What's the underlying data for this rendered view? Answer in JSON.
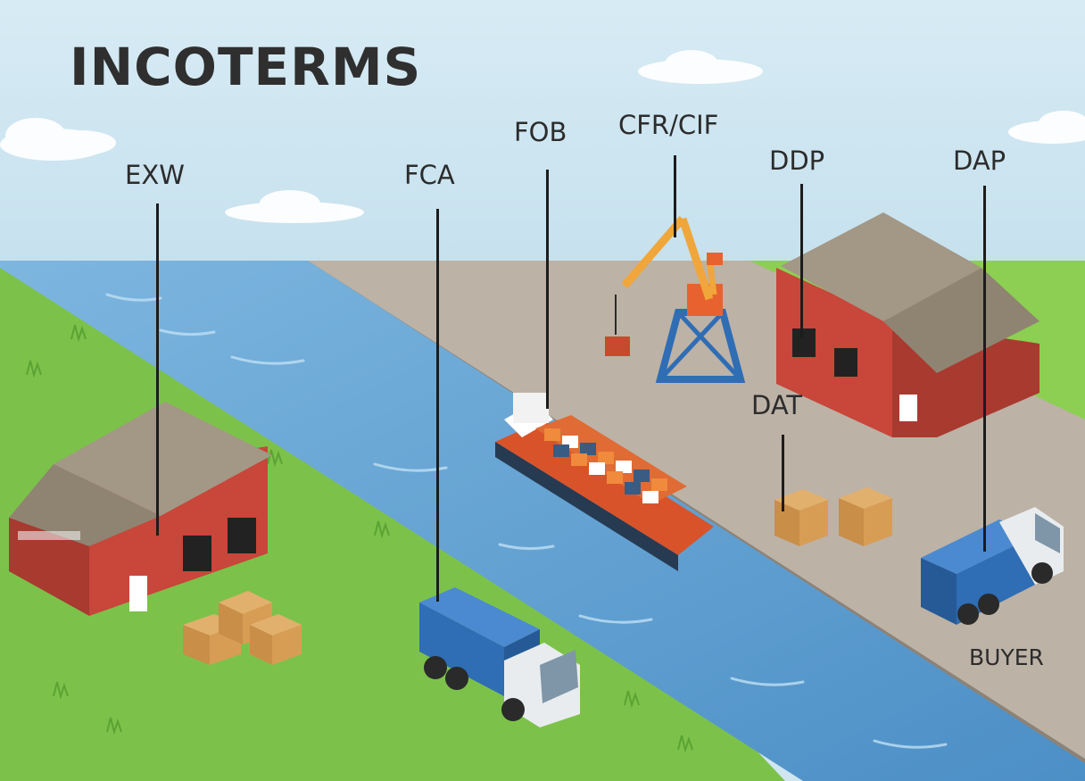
{
  "title": "INCOTERMS",
  "terms": {
    "exw": "EXW",
    "fca": "FCA",
    "fob": "FOB",
    "cfr_cif": "CFR/CIF",
    "ddp": "DDP",
    "dap": "DAP",
    "dat": "DAT"
  },
  "buyer_label": "BUYER",
  "colors": {
    "sky": "#cfe6f1",
    "grass": "#7cc24a",
    "water": "#5c9fd2",
    "dock": "#bdb2a6",
    "warehouse": "#c8463a",
    "roof": "#a39785",
    "container": "#2f6db5",
    "crane": "#f0a63a"
  }
}
